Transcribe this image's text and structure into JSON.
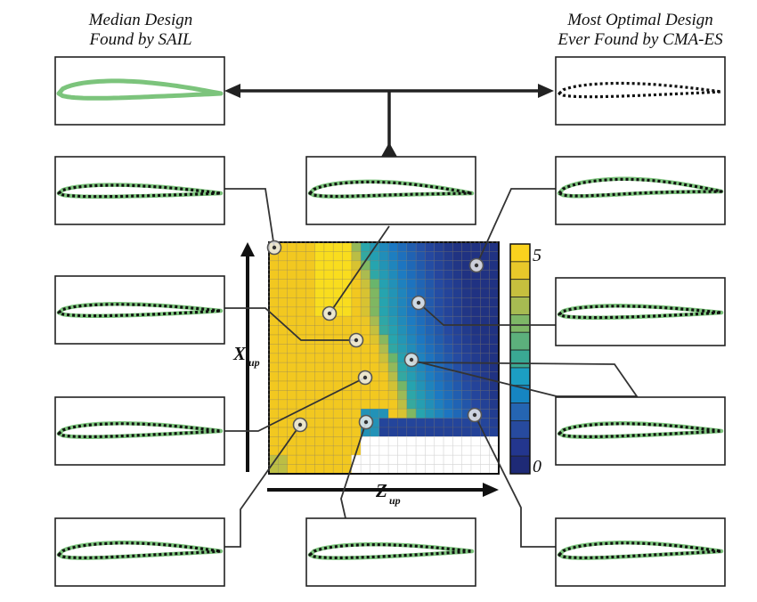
{
  "titles": {
    "left_line1": "Median Design",
    "left_line2": "Found by SAIL",
    "right_line1": "Most Optimal Design",
    "right_line2": "Ever Found by CMA-ES"
  },
  "axes": {
    "x_label": "Z",
    "x_sub": "up",
    "y_label": "X",
    "y_sub": "up"
  },
  "colorbar": {
    "max_label": "5",
    "min_label": "0",
    "colors": [
      "#fad21e",
      "#e8c82a",
      "#c6bf3e",
      "#a7bb52",
      "#7eb767",
      "#5cb07c",
      "#3aa893",
      "#1c9ec3",
      "#1685c2",
      "#2565b2",
      "#274a9e",
      "#23368e",
      "#1e2a76"
    ]
  },
  "legend_colors": {
    "sail_design": "#7cc47c",
    "cmaes_design": "#111111",
    "grid_line": "#c8a15a"
  }
}
